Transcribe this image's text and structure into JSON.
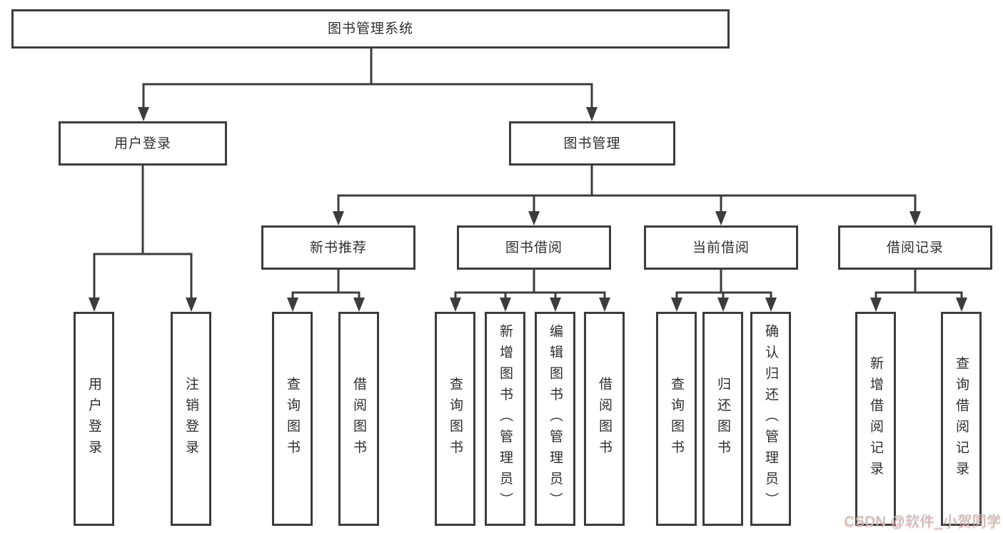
{
  "diagram": {
    "root": {
      "label": "图书管理系统"
    },
    "level2": [
      {
        "label": "用户登录"
      },
      {
        "label": "图书管理"
      }
    ],
    "level3": [
      {
        "label": "新书推荐"
      },
      {
        "label": "图书借阅"
      },
      {
        "label": "当前借阅"
      },
      {
        "label": "借阅记录"
      }
    ],
    "leaves": {
      "user": [
        {
          "label": "用户登录"
        },
        {
          "label": "注销登录"
        }
      ],
      "newbook": [
        {
          "label": "查询图书"
        },
        {
          "label": "借阅图书"
        }
      ],
      "borrow": [
        {
          "label": "查询图书"
        },
        {
          "label": "新增图书（管理员）"
        },
        {
          "label": "编辑图书（管理员）"
        },
        {
          "label": "借阅图书"
        }
      ],
      "current": [
        {
          "label": "查询图书"
        },
        {
          "label": "归还图书"
        },
        {
          "label": "确认归还（管理员）"
        }
      ],
      "records": [
        {
          "label": "新增借阅记录"
        },
        {
          "label": "查询借阅记录"
        }
      ]
    }
  },
  "watermark": {
    "text": "CSDN @软件_小贺同学"
  },
  "colors": {
    "line": "#3c3c3c",
    "text": "#2e2e2e",
    "background": "#ffffff",
    "watermark": "#bfbfbf",
    "watermark_shadow": "#eb6e5a"
  }
}
